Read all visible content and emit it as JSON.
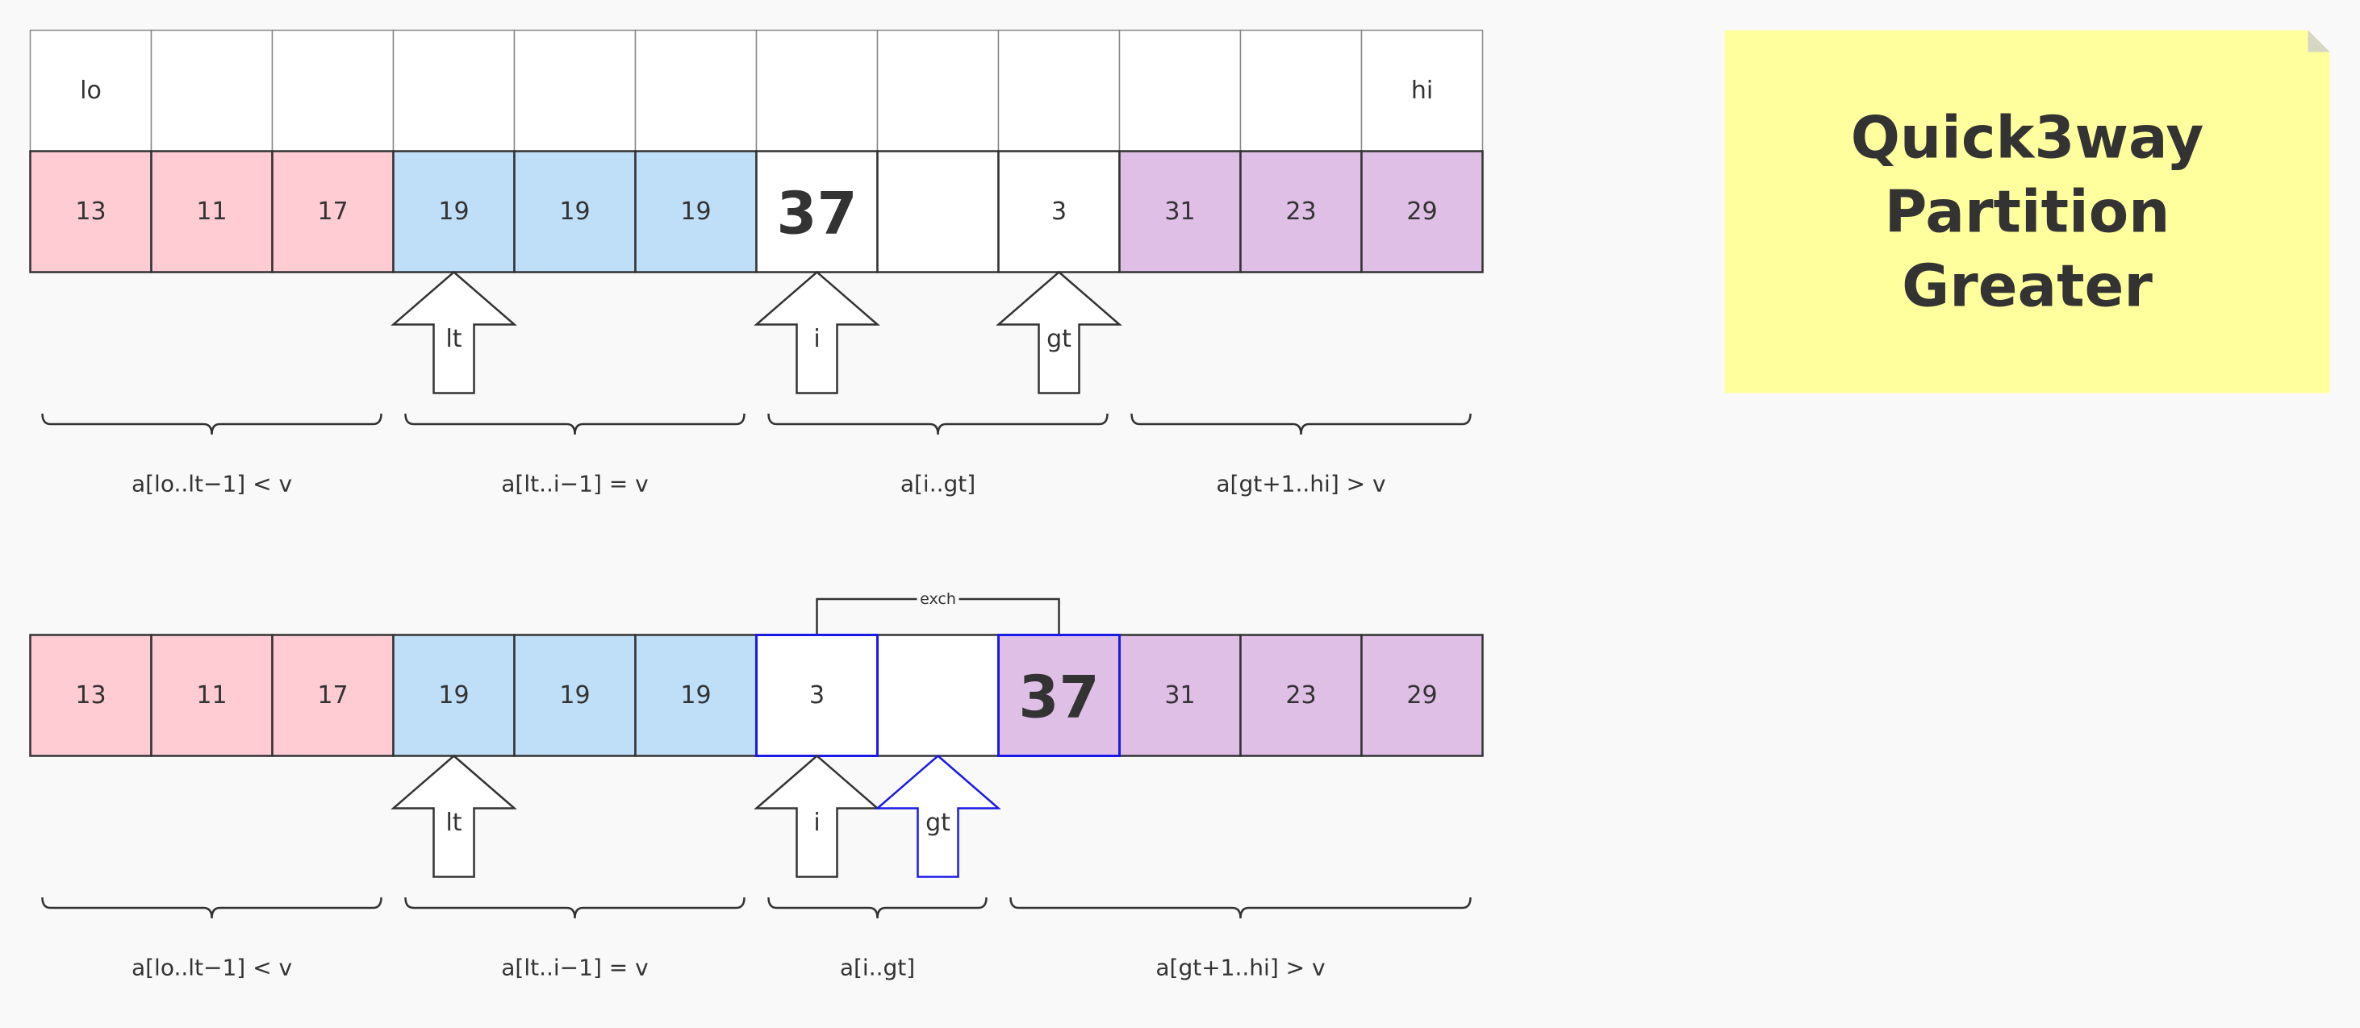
{
  "title": "Quick3way\nPartition\nGreater",
  "colors": {
    "background": "#f9f9f9",
    "less": "#ffccd4",
    "equal": "#bfdff8",
    "greater": "#e0bfe6",
    "plain": "#ffffff",
    "stroke": "#333333",
    "grid_stroke": "#888888",
    "highlight": "#1a1ae6",
    "note": "#ffff9e",
    "text": "#333333"
  },
  "top_panel": {
    "labels": [
      "lo",
      "",
      "",
      "",
      "",
      "",
      "",
      "",
      "",
      "",
      "",
      "hi"
    ],
    "cells": [
      {
        "text": "13",
        "kind": "less"
      },
      {
        "text": "11",
        "kind": "less"
      },
      {
        "text": "17",
        "kind": "less"
      },
      {
        "text": "19",
        "kind": "equal"
      },
      {
        "text": "19",
        "kind": "equal"
      },
      {
        "text": "19",
        "kind": "equal"
      },
      {
        "text": "37",
        "kind": "plain",
        "emphasis": true
      },
      {
        "text": "",
        "kind": "plain"
      },
      {
        "text": "3",
        "kind": "plain"
      },
      {
        "text": "31",
        "kind": "greater"
      },
      {
        "text": "23",
        "kind": "greater"
      },
      {
        "text": "29",
        "kind": "greater"
      }
    ],
    "pointers": [
      {
        "label": "lt",
        "index": 3
      },
      {
        "label": "i",
        "index": 6
      },
      {
        "label": "gt",
        "index": 8
      }
    ],
    "ranges": [
      {
        "text": "a[lo..lt−1] < v",
        "from": 0,
        "to": 2
      },
      {
        "text": "a[lt..i−1] = v",
        "from": 3,
        "to": 5
      },
      {
        "text": "a[i..gt]",
        "from": 6,
        "to": 8
      },
      {
        "text": "a[gt+1..hi] > v",
        "from": 9,
        "to": 11
      }
    ]
  },
  "bottom_panel": {
    "cells": [
      {
        "text": "13",
        "kind": "less"
      },
      {
        "text": "11",
        "kind": "less"
      },
      {
        "text": "17",
        "kind": "less"
      },
      {
        "text": "19",
        "kind": "equal"
      },
      {
        "text": "19",
        "kind": "equal"
      },
      {
        "text": "19",
        "kind": "equal"
      },
      {
        "text": "3",
        "kind": "plain",
        "highlight": true
      },
      {
        "text": "",
        "kind": "plain"
      },
      {
        "text": "37",
        "kind": "greater",
        "emphasis": true,
        "highlight": true
      },
      {
        "text": "31",
        "kind": "greater"
      },
      {
        "text": "23",
        "kind": "greater"
      },
      {
        "text": "29",
        "kind": "greater"
      }
    ],
    "exchange_label": "exch",
    "exchange_between": [
      6,
      8
    ],
    "pointers": [
      {
        "label": "lt",
        "index": 3
      },
      {
        "label": "i",
        "index": 6
      },
      {
        "label": "gt",
        "index": 7,
        "highlight": true
      }
    ],
    "ranges": [
      {
        "text": "a[lo..lt−1] < v",
        "from": 0,
        "to": 2
      },
      {
        "text": "a[lt..i−1] = v",
        "from": 3,
        "to": 5
      },
      {
        "text": "a[i..gt]",
        "from": 6,
        "to": 7
      },
      {
        "text": "a[gt+1..hi] > v",
        "from": 8,
        "to": 11
      }
    ]
  }
}
